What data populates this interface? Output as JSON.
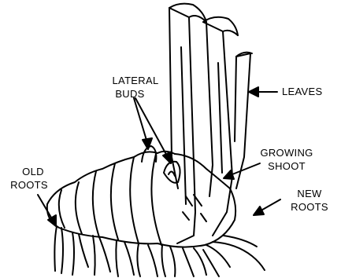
{
  "diagram": {
    "labels": {
      "lateral_buds": {
        "line1": "LATERAL",
        "line2": "BUDS"
      },
      "leaves": "LEAVES",
      "old_roots": {
        "line1": "OLD",
        "line2": "ROOTS"
      },
      "growing_shoot": {
        "line1": "GROWING",
        "line2": "SHOOT"
      },
      "new_roots": {
        "line1": "NEW",
        "line2": "ROOTS"
      }
    },
    "colors": {
      "ink": "#000000",
      "background": "#ffffff"
    }
  }
}
